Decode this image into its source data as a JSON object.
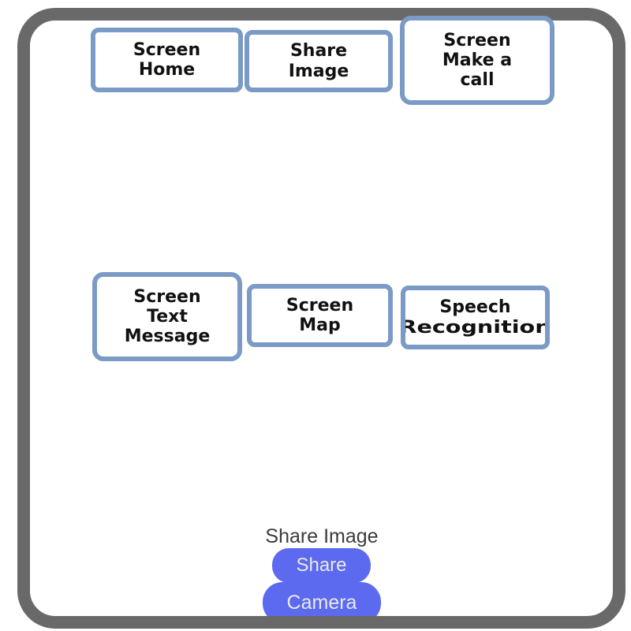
{
  "colors": {
    "frame_gray": "#696969",
    "box_border_blue": "#7B9BC6",
    "box_text": "#111111",
    "accent_button_purple": "#5B6AEF",
    "accent_button_text": "#E9E9EC",
    "panel_title_text": "#3B3B3B",
    "background": "#ffffff"
  },
  "nav_boxes": {
    "top": [
      {
        "name": "screen-home",
        "line1": "Screen",
        "line2": "Home"
      },
      {
        "name": "share-image",
        "line1": "Share",
        "line2": "Image"
      },
      {
        "name": "screen-make-a-call",
        "line1": "Screen",
        "line2": "Make a",
        "line3": "call"
      }
    ],
    "middle": [
      {
        "name": "screen-text-message",
        "line1": "Screen",
        "line2": "Text",
        "line3": "Message"
      },
      {
        "name": "screen-map",
        "line1": "Screen",
        "line2": "Map"
      },
      {
        "name": "speech-recognition",
        "line1": "Speech",
        "line2": "Recognition"
      }
    ]
  },
  "panel": {
    "title": "Share Image",
    "share_button_label": "Share",
    "camera_button_label": "Camera"
  }
}
